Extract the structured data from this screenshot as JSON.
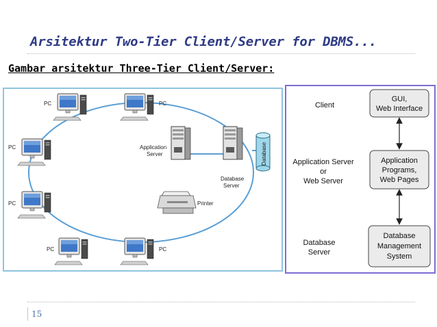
{
  "slide": {
    "title": "Arsitektur Two-Tier Client/Server for DBMS...",
    "subtitle": "Gambar arsitektur Three-Tier Client/Server:",
    "page_number": "15"
  },
  "network": {
    "pc_label": "PC",
    "pcs": [
      "PC",
      "PC",
      "PC",
      "PC",
      "PC",
      "PC"
    ],
    "app_server": [
      "Application",
      "Server"
    ],
    "db_server": [
      "Database",
      "Server"
    ],
    "database": "Database",
    "printer": "Printer"
  },
  "tiers": {
    "rows": [
      {
        "left": [
          "Client"
        ],
        "right": [
          "GUI,",
          "Web Interface"
        ]
      },
      {
        "left": [
          "Application Server",
          "or",
          "Web Server"
        ],
        "right": [
          "Application",
          "Programs,",
          "Web Pages"
        ]
      },
      {
        "left": [
          "Database",
          "Server"
        ],
        "right": [
          "Database",
          "Management",
          "System"
        ]
      }
    ]
  },
  "colors": {
    "title": "#2f3b86",
    "network_border": "#8fc3e0",
    "tier_border": "#7d6bd4",
    "ring": "#5a9fd6"
  }
}
